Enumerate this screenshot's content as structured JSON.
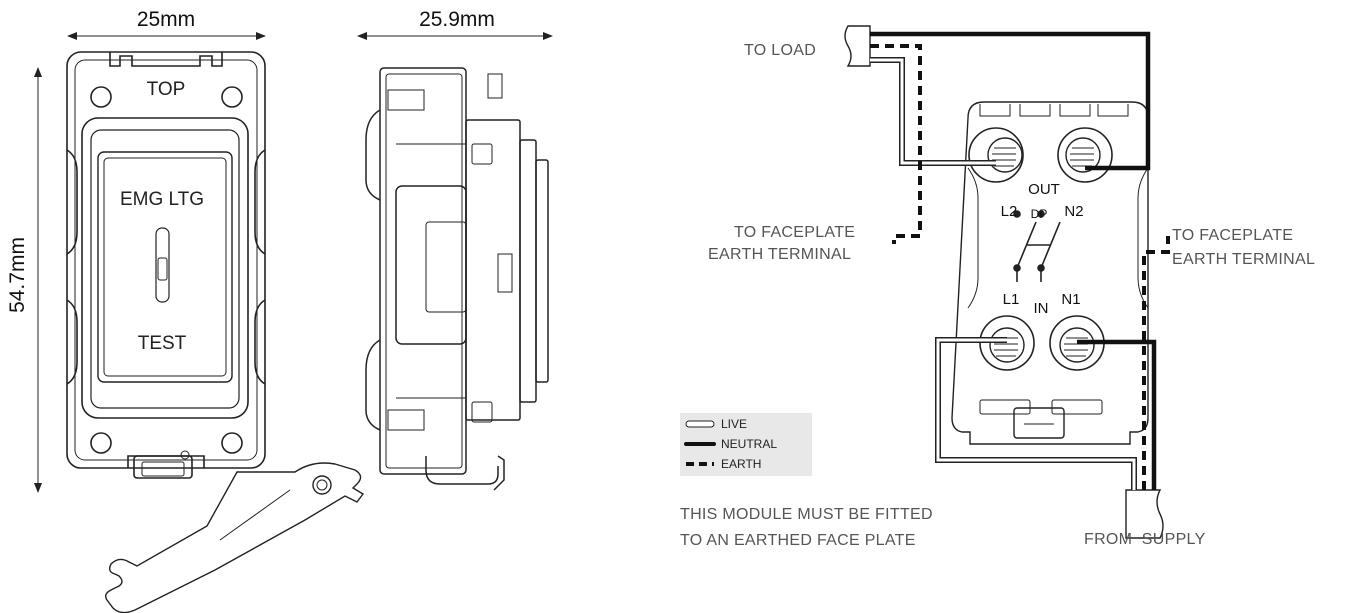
{
  "dimensions": {
    "width": "25mm",
    "depth": "25.9mm",
    "height": "54.7mm"
  },
  "front_face": {
    "top_label": "TOP",
    "function_label": "EMG LTG",
    "test_label": "TEST"
  },
  "wiring": {
    "to_load": "TO LOAD",
    "faceplate_earth_left": [
      "TO FACEPLATE",
      "EARTH TERMINAL"
    ],
    "faceplate_earth_right": [
      "TO FACEPLATE",
      "EARTH TERMINAL"
    ],
    "out_label": "OUT",
    "in_label": "IN",
    "dp_label": "DP",
    "terminal_l2": "L2",
    "terminal_n2": "N2",
    "terminal_l1": "L1",
    "terminal_n1": "N1",
    "from_supply": "FROM  SUPPLY"
  },
  "legend": {
    "items": [
      {
        "label": "LIVE",
        "style": "live"
      },
      {
        "label": "NEUTRAL",
        "style": "neutral"
      },
      {
        "label": "EARTH",
        "style": "earth"
      }
    ]
  },
  "notice": [
    "THIS MODULE MUST BE FITTED",
    "TO AN EARTHED FACE PLATE"
  ]
}
